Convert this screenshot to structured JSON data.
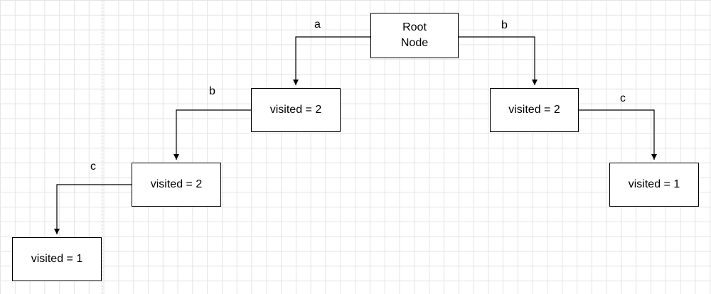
{
  "colors": {
    "stroke": "#000000",
    "grid": "#e4e4e4",
    "background": "#ffffff"
  },
  "nodes": {
    "root": [
      "Root",
      "Node"
    ],
    "left_1": "visited = 2",
    "left_2": "visited = 2",
    "left_3": "visited = 1",
    "right_1": "visited = 2",
    "right_2": "visited = 1"
  },
  "edges": {
    "root_to_left_1": "a",
    "root_to_right_1": "b",
    "left_1_to_left_2": "b",
    "left_2_to_left_3": "c",
    "right_1_to_right_2": "c"
  }
}
